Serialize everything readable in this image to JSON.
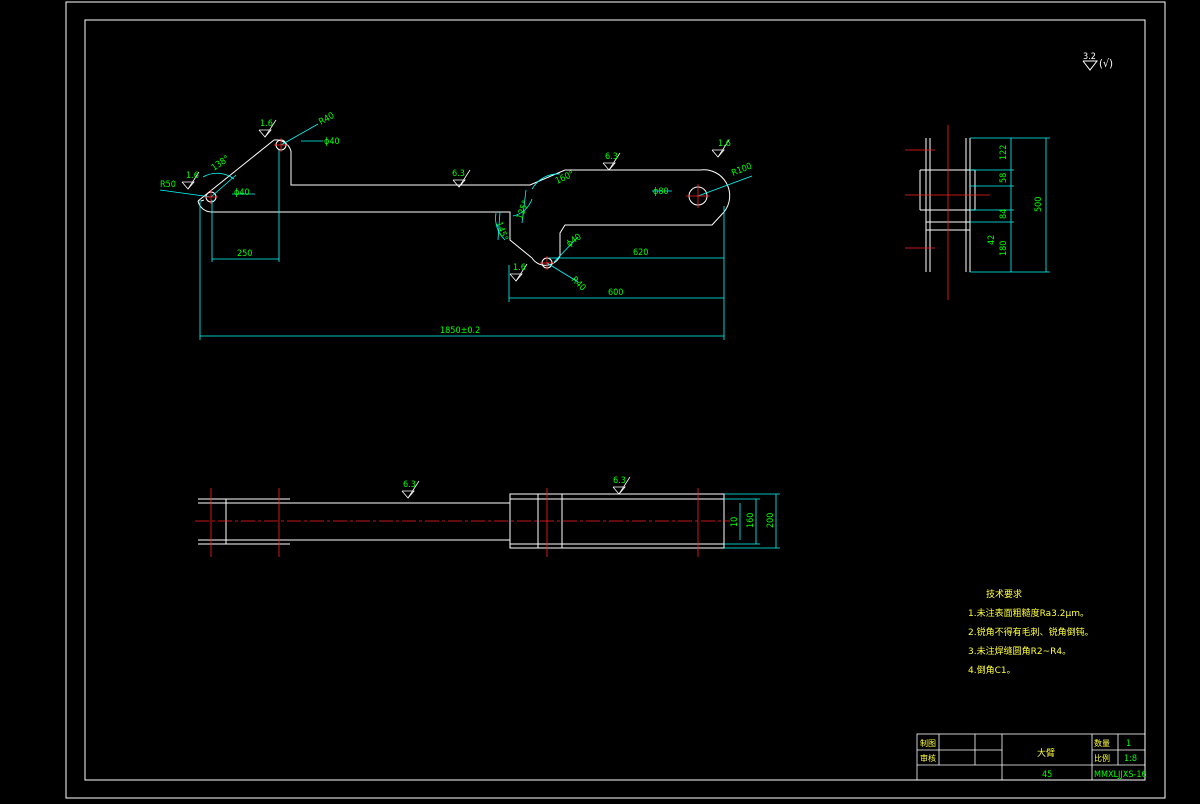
{
  "colors": {
    "outline": "#ffffff",
    "dimension": "#00ffff",
    "label": "#00ff00",
    "centerline": "#ff2020",
    "note": "#ffff40",
    "roughness": "#ffffff"
  },
  "corner_roughness": {
    "value": "3.2",
    "suffix": "(√)"
  },
  "front_view": {
    "roughness": [
      "1.6",
      "1.6",
      "6.3",
      "6.3",
      "1.6",
      "1.6"
    ],
    "angles": [
      "138°",
      "160°",
      "125°",
      "145°"
    ],
    "radii": [
      "R40",
      "R50",
      "R100",
      "R40"
    ],
    "diameters": [
      "ϕ40",
      "ϕ40",
      "ϕ80",
      "ϕ40"
    ],
    "dims": [
      "250",
      "620",
      "600",
      "1850±0.2"
    ]
  },
  "side_view": {
    "dims": [
      "122",
      "58",
      "84",
      "42",
      "180",
      "500"
    ]
  },
  "top_view": {
    "roughness": [
      "6.3",
      "6.3"
    ],
    "dims": [
      "10",
      "160",
      "200"
    ]
  },
  "notes": {
    "title": "技术要求",
    "items": [
      "1.未注表面粗糙度Ra3.2μm。",
      "2.锐角不得有毛刺、锐角倒钝。",
      "3.未注焊缝圆角R2~R4。",
      "4.倒角C1。"
    ]
  },
  "title_block": {
    "drawn_label": "制图",
    "check_label": "审核",
    "part_name": "大臂",
    "qty_label": "数量",
    "qty": "1",
    "scale_label": "比例",
    "scale": "1:8",
    "material": "45",
    "drawing_no": "MMXLJJXS-16"
  }
}
